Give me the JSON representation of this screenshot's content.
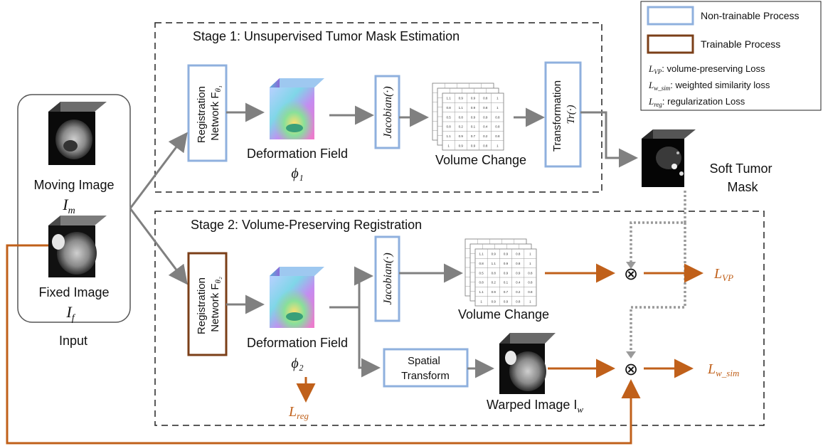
{
  "legend": {
    "non_trainable": "Non-trainable Process",
    "trainable": "Trainable Process",
    "l_vp": "L",
    "l_vp_sub": "VP",
    "l_vp_desc": ": volume-preserving Loss",
    "l_wsim": "L",
    "l_wsim_sub": "w_sim",
    "l_wsim_desc": ": weighted similarity loss",
    "l_reg": "L",
    "l_reg_sub": "reg",
    "l_reg_desc": ": regularization Loss"
  },
  "stage1": {
    "title": "Stage 1: Unsupervised Tumor Mask Estimation",
    "reg_line1": "Registration",
    "reg_line2": "Network F",
    "reg_sub": "θ₁",
    "def_label": "Deformation Field",
    "def_symbol": "ϕ₁",
    "jacobian": "Jacobian(·)",
    "vol_label": "Volume Change",
    "trans_line1": "Transformation",
    "trans_line2": "Tr(·)"
  },
  "stage2": {
    "title": "Stage 2: Volume-Preserving Registration",
    "reg_line1": "Registration",
    "reg_line2": "Network F",
    "reg_sub": "θ₂",
    "def_label": "Deformation Field",
    "def_symbol": "ϕ₂",
    "jacobian": "Jacobian(·)",
    "vol_label": "Volume Change",
    "spatial_line1": "Spatial",
    "spatial_line2": "Transform",
    "warped_label": "Warped Image I",
    "warped_sub": "w",
    "loss_reg": "L",
    "loss_reg_sub": "reg",
    "loss_vp": "L",
    "loss_vp_sub": "VP",
    "loss_wsim": "L",
    "loss_wsim_sub": "w_sim",
    "otimes": "⊗"
  },
  "input": {
    "moving_label": "Moving Image",
    "moving_symbol": "I",
    "moving_sub": "m",
    "fixed_label": "Fixed Image",
    "fixed_symbol": "I",
    "fixed_sub": "f",
    "caption": "Input"
  },
  "soft_mask": {
    "line1": "Soft Tumor",
    "line2": "Mask"
  },
  "matrix_values": [
    [
      "1.1",
      "0.9",
      "0.9",
      "0.8",
      "1"
    ],
    [
      "0.8",
      "1.1",
      "0.9",
      "0.8",
      "1"
    ],
    [
      "0.5",
      "0.8",
      "0.9",
      "0.9",
      "0.8"
    ],
    [
      "0.8",
      "0.2",
      "0.1",
      "0.4",
      "0.8"
    ],
    [
      "1.1",
      "0.9",
      "0.7",
      "0.2",
      "0.8"
    ],
    [
      "1",
      "0.9",
      "0.9",
      "0.8",
      "1"
    ]
  ],
  "colors": {
    "nontrainable": "#8fb0de",
    "trainable": "#7b3f18",
    "loss": "#c0601a",
    "arrow": "#808080",
    "dotted": "#9a9a9a"
  }
}
